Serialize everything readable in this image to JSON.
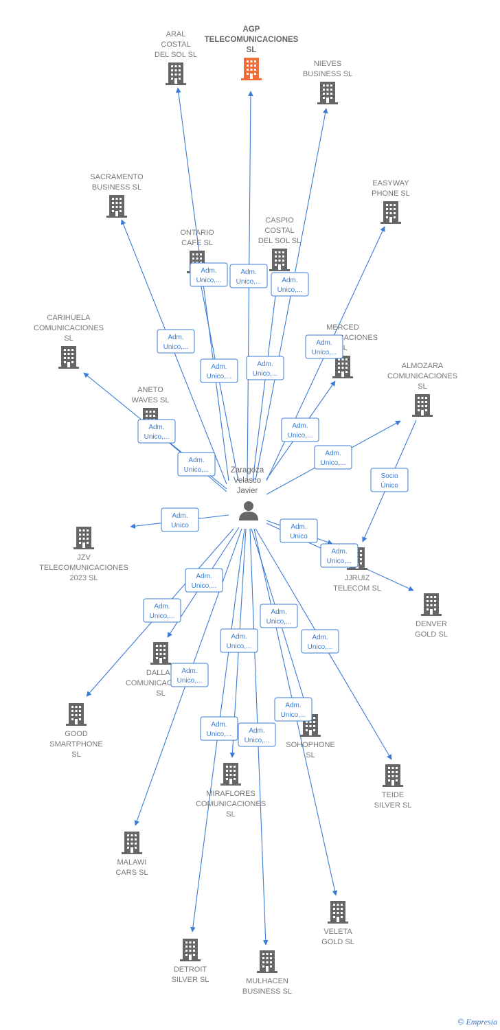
{
  "colors": {
    "focus": "#f26c3a",
    "company": "#666666",
    "edge": "#3a7bd5",
    "person": "#666666"
  },
  "person": {
    "name": [
      "Zaragoza",
      "Velasco",
      "Javier"
    ]
  },
  "companies": [
    {
      "id": "agp",
      "label": [
        "AGP",
        "TELECOMUNICACIONES",
        "SL"
      ],
      "focus": true
    },
    {
      "id": "aral",
      "label": [
        "ARAL",
        "COSTAL",
        "DEL SOL  SL"
      ]
    },
    {
      "id": "nieves",
      "label": [
        "NIEVES",
        "BUSINESS  SL"
      ]
    },
    {
      "id": "sacramento",
      "label": [
        "SACRAMENTO",
        "BUSINESS  SL"
      ]
    },
    {
      "id": "easyway",
      "label": [
        "EASYWAY",
        "PHONE  SL"
      ]
    },
    {
      "id": "ontario",
      "label": [
        "ONTARIO",
        "CAFE  SL"
      ]
    },
    {
      "id": "caspio",
      "label": [
        "CASPIO",
        "COSTAL",
        "DEL SOL  SL"
      ]
    },
    {
      "id": "carihuela",
      "label": [
        "CARIHUELA",
        "COMUNICACIONES",
        "SL"
      ]
    },
    {
      "id": "merced",
      "label": [
        "MERCED",
        "COMUNICACIONES",
        "SL"
      ]
    },
    {
      "id": "almozara",
      "label": [
        "ALMOZARA",
        "COMUNICACIONES",
        "SL"
      ]
    },
    {
      "id": "aneto",
      "label": [
        "ANETO",
        "WAVES  SL"
      ]
    },
    {
      "id": "jzv",
      "label": [
        "JZV",
        "TELECOMUNICACIONES",
        "2023  SL"
      ]
    },
    {
      "id": "jjruiz",
      "label": [
        "JJRUIZ",
        "TELECOM  SL"
      ]
    },
    {
      "id": "denver",
      "label": [
        "DENVER",
        "GOLD  SL"
      ]
    },
    {
      "id": "dallas",
      "label": [
        "DALLAS",
        "COMUNICACIONES",
        "SL"
      ]
    },
    {
      "id": "good",
      "label": [
        "GOOD",
        "SMARTPHONE",
        "SL"
      ]
    },
    {
      "id": "sohophone",
      "label": [
        "SOHOPHONE",
        "SL"
      ]
    },
    {
      "id": "miraflores",
      "label": [
        "MIRAFLORES",
        "COMUNICACIONES",
        "SL"
      ]
    },
    {
      "id": "teide",
      "label": [
        "TEIDE",
        "SILVER  SL"
      ]
    },
    {
      "id": "malawi",
      "label": [
        "MALAWI",
        "CARS  SL"
      ]
    },
    {
      "id": "veleta",
      "label": [
        "VELETA",
        "GOLD  SL"
      ]
    },
    {
      "id": "detroit",
      "label": [
        "DETROIT",
        "SILVER  SL"
      ]
    },
    {
      "id": "mulhacen",
      "label": [
        "MULHACEN",
        "BUSINESS  SL"
      ]
    }
  ],
  "edges": [
    {
      "from": "person",
      "to": "aral",
      "label": [
        "Adm.",
        "Unico,..."
      ]
    },
    {
      "from": "person",
      "to": "agp",
      "label": [
        "Adm.",
        "Unico,..."
      ]
    },
    {
      "from": "person",
      "to": "nieves",
      "label": [
        "Adm.",
        "Unico,..."
      ]
    },
    {
      "from": "person",
      "to": "sacramento",
      "label": [
        "Adm.",
        "Unico,..."
      ]
    },
    {
      "from": "person",
      "to": "easyway",
      "label": [
        "Adm.",
        "Unico,..."
      ]
    },
    {
      "from": "person",
      "to": "ontario",
      "label": [
        "Adm.",
        "Unico,..."
      ]
    },
    {
      "from": "person",
      "to": "caspio",
      "label": [
        "Adm.",
        "Unico,..."
      ]
    },
    {
      "from": "person",
      "to": "carihuela",
      "label": [
        "Adm.",
        "Unico,..."
      ]
    },
    {
      "from": "person",
      "to": "aneto",
      "label": [
        "Adm.",
        "Unico,..."
      ]
    },
    {
      "from": "person",
      "to": "merced",
      "label": [
        "Adm.",
        "Unico,..."
      ]
    },
    {
      "from": "person",
      "to": "almozara",
      "label": [
        "Adm.",
        "Unico,..."
      ]
    },
    {
      "from": "almozara",
      "to": "jjruiz",
      "label": [
        "Socio",
        "Único"
      ]
    },
    {
      "from": "person",
      "to": "jzv",
      "label": [
        "Adm.",
        "Unico"
      ]
    },
    {
      "from": "person",
      "to": "jjruiz",
      "label": [
        "Adm.",
        "Unico"
      ]
    },
    {
      "from": "person",
      "to": "denver",
      "label": [
        "Adm.",
        "Unico,..."
      ]
    },
    {
      "from": "person",
      "to": "dallas",
      "label": [
        "Adm.",
        "Unico,..."
      ]
    },
    {
      "from": "person",
      "to": "good",
      "label": [
        "Adm.",
        "Unico,..."
      ]
    },
    {
      "from": "person",
      "to": "malawi",
      "label": [
        "Adm.",
        "Unico,..."
      ]
    },
    {
      "from": "person",
      "to": "miraflores",
      "label": [
        "Adm.",
        "Unico,..."
      ]
    },
    {
      "from": "person",
      "to": "sohophone",
      "label": [
        "Adm.",
        "Unico,..."
      ]
    },
    {
      "from": "person",
      "to": "teide",
      "label": [
        "Adm.",
        "Unico,..."
      ]
    },
    {
      "from": "person",
      "to": "detroit",
      "label": [
        "Adm.",
        "Unico,..."
      ]
    },
    {
      "from": "person",
      "to": "mulhacen",
      "label": [
        "Adm.",
        "Unico,..."
      ]
    },
    {
      "from": "person",
      "to": "veleta",
      "label": [
        "Adm.",
        "Unico,..."
      ]
    }
  ],
  "footer": {
    "copyright": "©",
    "brand": "Empresia"
  }
}
